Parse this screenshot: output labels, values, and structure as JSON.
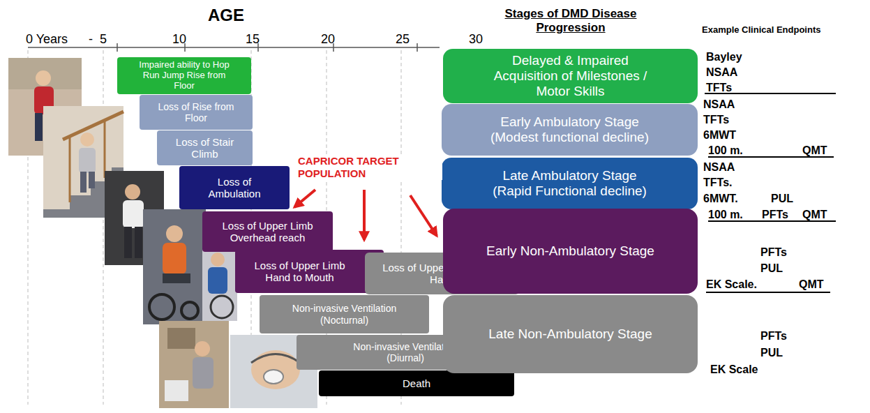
{
  "diagram": {
    "nodes": [
      {
        "text": [
          "Impaired ability to Hop Run Jump Rise from Floor"
        ]
      },
      {
        "text": [
          "Loss of Rise from Floor"
        ]
      },
      {
        "text": [
          "Loss of Stair Climb"
        ]
      },
      {
        "text": [
          "Loss of Ambulation"
        ]
      },
      {
        "text": [
          "Loss of Upper Limb Overhead reach"
        ]
      },
      {
        "text": [
          "Loss of Upper Limb Hand to Mouth"
        ]
      },
      {
        "text": [
          "Loss of Upper Limb Distal Hand"
        ]
      },
      {
        "text": [
          "Non-invasive Ventilation (Nocturnal)"
        ]
      },
      {
        "text": [
          "Non-invasive Ventilation (Diurnal)"
        ]
      },
      {
        "text": [
          "Death"
        ]
      },
      {
        "text": [
          "Delayed & Impaired Acquisition of Milestones / Motor Skills"
        ]
      },
      {
        "text": [
          "Early Ambulatory Stage (Modest functional decline)"
        ]
      },
      {
        "text": [
          "Late Ambulatory Stage (Rapid Functional decline)"
        ]
      },
      {
        "text": [
          "Early Non-Ambulatory Stage"
        ]
      },
      {
        "text": [
          "Late Non-Ambulatory Stage"
        ]
      }
    ],
    "labels": [
      "AGE",
      "0 Years",
      "-",
      "5",
      "10",
      "15",
      "20",
      "25",
      "30",
      "Stages of DMD Disease Progression",
      "Example Clinical Endpoints",
      "CAPRICOR TARGET POPULATION",
      "Bayley",
      "NSAA",
      "TFTs",
      "NSAA",
      "TFTs",
      "6MWT",
      "100 m.",
      "QMT",
      "NSAA",
      "TFTs.",
      "6MWT.",
      "PUL",
      "100 m.",
      "PFTs",
      "QMT",
      "PFTs",
      "PUL",
      "EK Scale.",
      "QMT",
      "PFTs",
      "PUL",
      "EK Scale"
    ]
  }
}
